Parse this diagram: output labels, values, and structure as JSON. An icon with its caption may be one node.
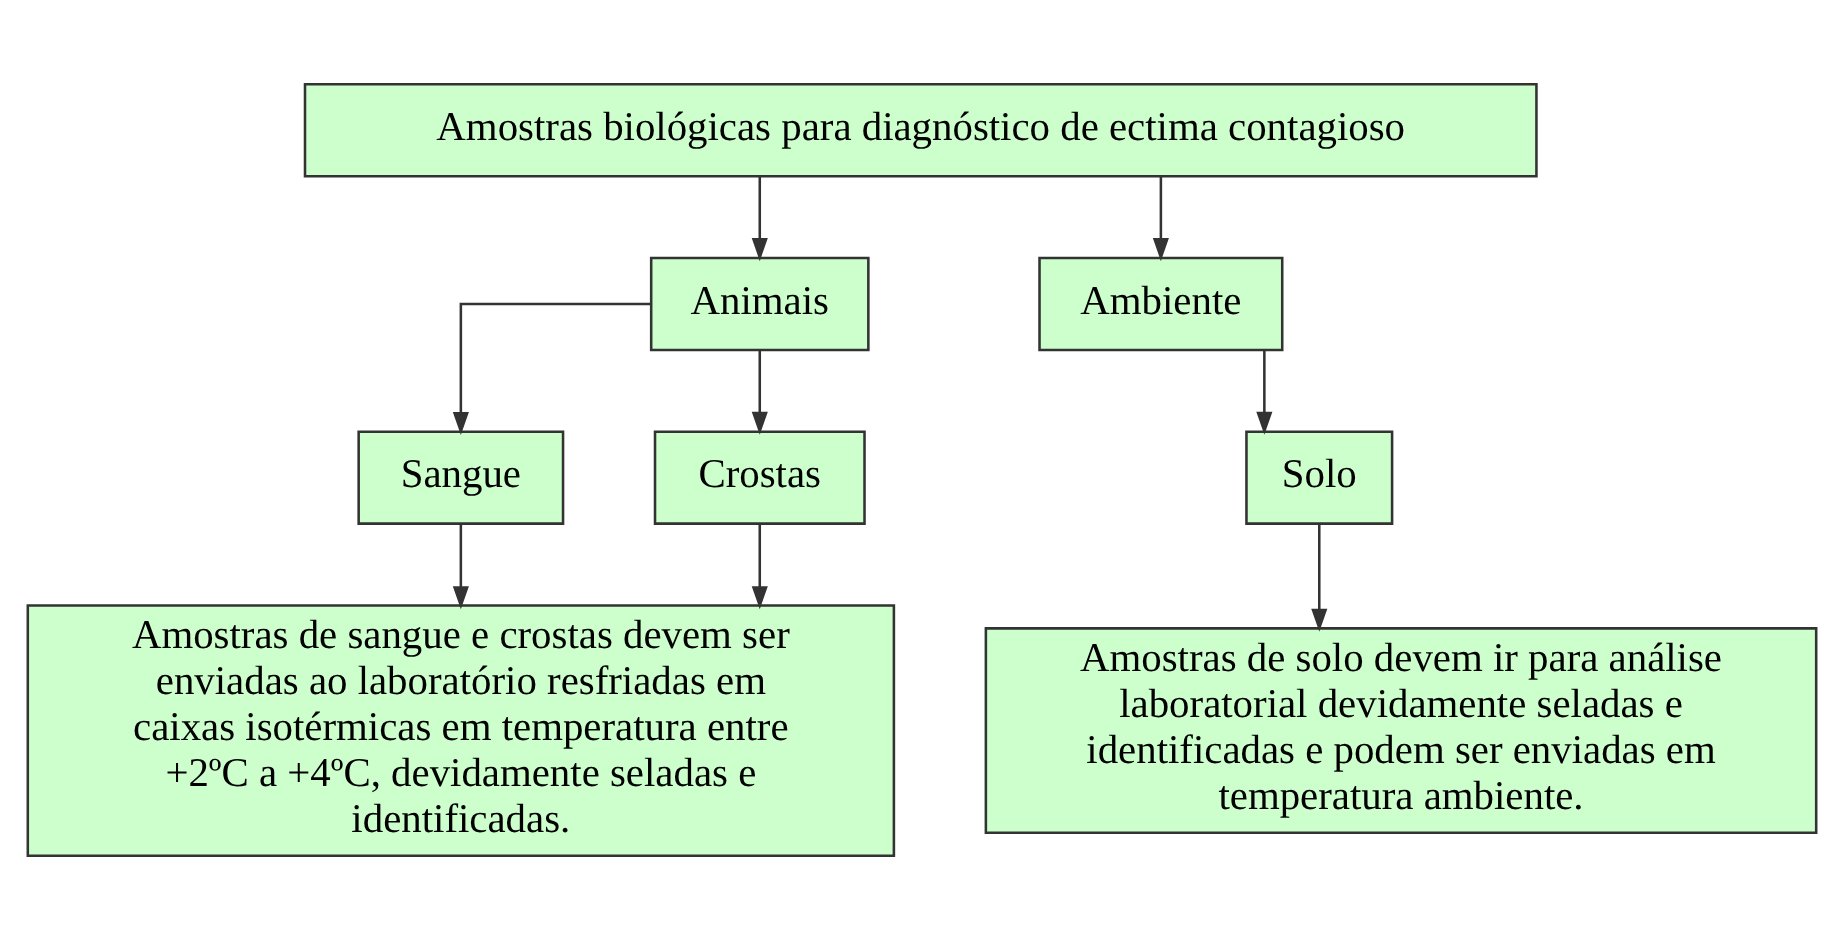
{
  "diagram": {
    "nodes": [
      {
        "text": [
          "Amostras biológicas para diagnóstico de ectima contagioso"
        ]
      },
      {
        "text": [
          "Animais"
        ]
      },
      {
        "text": [
          "Ambiente"
        ]
      },
      {
        "text": [
          "Sangue"
        ]
      },
      {
        "text": [
          "Crostas"
        ]
      },
      {
        "text": [
          "Solo"
        ]
      },
      {
        "text": [
          "Amostras de sangue e crostas devem ser enviadas ao laboratório resfriadas em caixas isotérmicas em temperatura entre +2ºC a +4ºC, devidamente seladas e identificadas."
        ]
      },
      {
        "text": [
          "Amostras de solo devem ir para análise laboratorial devidamente seladas e identificadas e podem ser enviadas em temperatura ambiente."
        ]
      }
    ],
    "edges": [
      {
        "from": 0,
        "to": 1,
        "arrow": "to"
      },
      {
        "from": 0,
        "to": 2,
        "arrow": "to"
      },
      {
        "from": 1,
        "to": 3,
        "arrow": "to"
      },
      {
        "from": 1,
        "to": 4,
        "arrow": "to"
      },
      {
        "from": 2,
        "to": 5,
        "arrow": "to"
      },
      {
        "from": 3,
        "to": 6,
        "arrow": "to"
      },
      {
        "from": 4,
        "to": 6,
        "arrow": "to"
      },
      {
        "from": 5,
        "to": 7,
        "arrow": "to"
      }
    ]
  }
}
